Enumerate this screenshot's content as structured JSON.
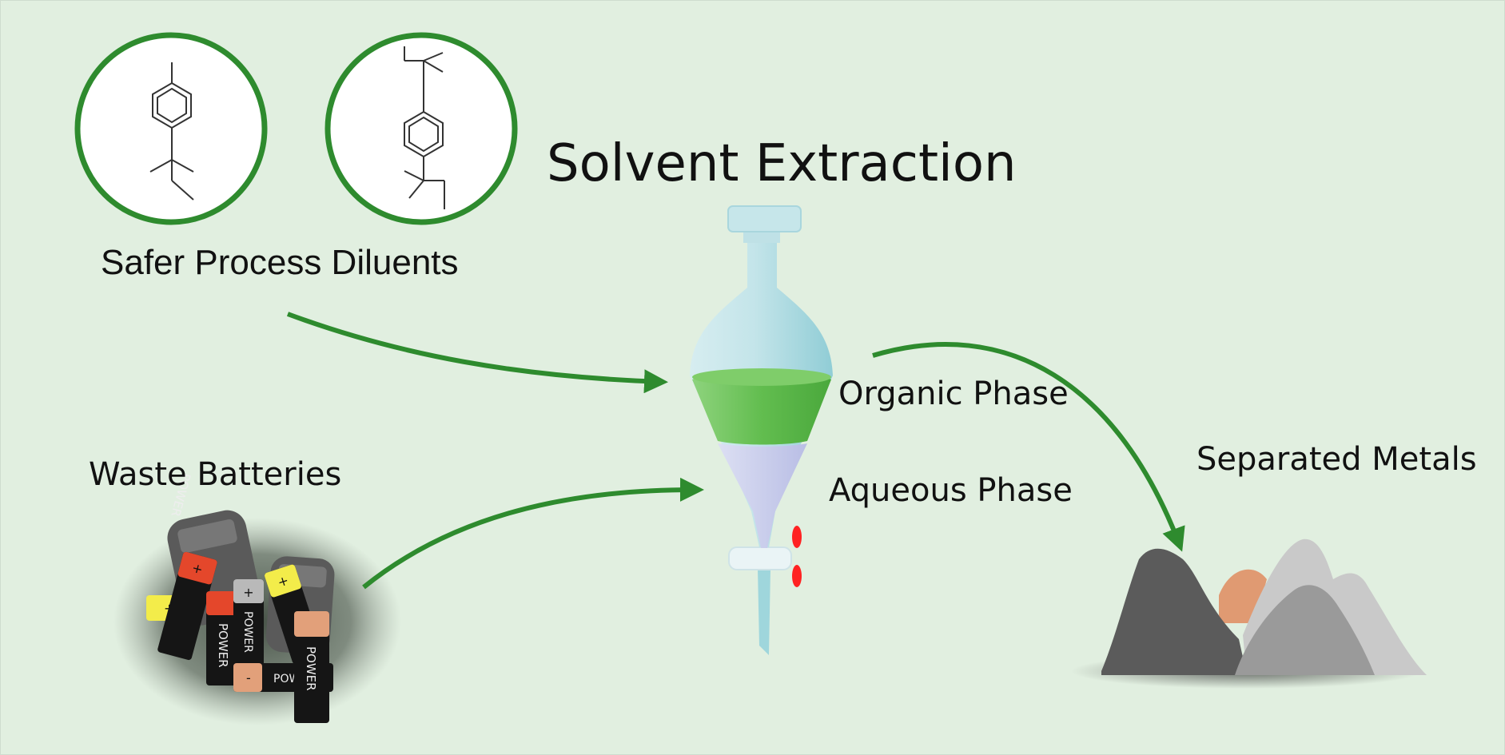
{
  "title": "Solvent Extraction",
  "labels": {
    "diluents": "Safer Process Diluents",
    "batteries": "Waste Batteries",
    "organic": "Organic Phase",
    "aqueous": "Aqueous Phase",
    "metals": "Separated Metals"
  },
  "battery_text": "POWER",
  "battery_plus": "+",
  "battery_minus": "-",
  "colors": {
    "background": "#e1efe0",
    "accent_green": "#2e8b2e",
    "organic_phase": "#6cc35a",
    "aqueous_phase": "#c9cdeb",
    "funnel_glass": "#b6dde4",
    "stopcock_red": "#ff2020"
  }
}
